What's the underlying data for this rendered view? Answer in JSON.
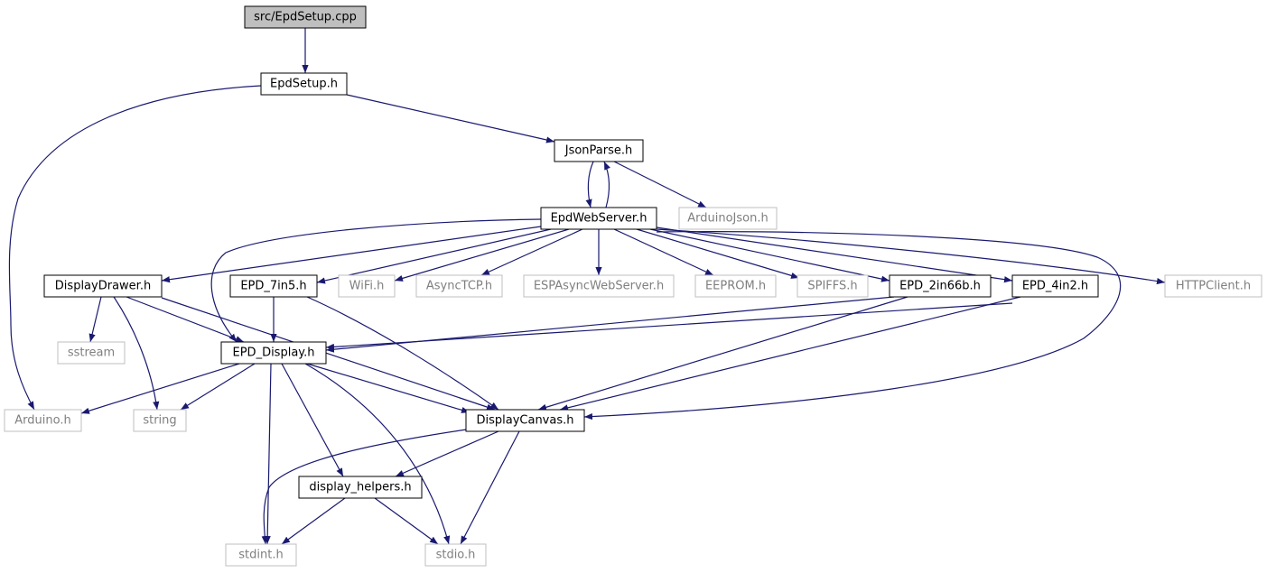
{
  "nodes": [
    {
      "id": "src_epdsetup_cpp",
      "label": "src/EpdSetup.cpp",
      "kind": "root"
    },
    {
      "id": "epdsetup_h",
      "label": "EpdSetup.h",
      "kind": "main"
    },
    {
      "id": "arduino_h",
      "label": "Arduino.h",
      "kind": "ext"
    },
    {
      "id": "jsonparse_h",
      "label": "JsonParse.h",
      "kind": "main"
    },
    {
      "id": "epdwebserver_h",
      "label": "EpdWebServer.h",
      "kind": "main"
    },
    {
      "id": "arduinojson_h",
      "label": "ArduinoJson.h",
      "kind": "ext"
    },
    {
      "id": "displaydrawer_h",
      "label": "DisplayDrawer.h",
      "kind": "main"
    },
    {
      "id": "epd_7in5_h",
      "label": "EPD_7in5.h",
      "kind": "main"
    },
    {
      "id": "wifi_h",
      "label": "WiFi.h",
      "kind": "ext"
    },
    {
      "id": "asynctcp_h",
      "label": "AsyncTCP.h",
      "kind": "ext"
    },
    {
      "id": "espasyncwebserver_h",
      "label": "ESPAsyncWebServer.h",
      "kind": "ext"
    },
    {
      "id": "eeprom_h",
      "label": "EEPROM.h",
      "kind": "ext"
    },
    {
      "id": "spiffs_h",
      "label": "SPIFFS.h",
      "kind": "ext"
    },
    {
      "id": "epd_2in66b_h",
      "label": "EPD_2in66b.h",
      "kind": "main"
    },
    {
      "id": "epd_4in2_h",
      "label": "EPD_4in2.h",
      "kind": "main"
    },
    {
      "id": "httpclient_h",
      "label": "HTTPClient.h",
      "kind": "ext"
    },
    {
      "id": "sstream",
      "label": "sstream",
      "kind": "ext"
    },
    {
      "id": "epd_display_h",
      "label": "EPD_Display.h",
      "kind": "main"
    },
    {
      "id": "string",
      "label": "string",
      "kind": "ext"
    },
    {
      "id": "displaycanvas_h",
      "label": "DisplayCanvas.h",
      "kind": "main"
    },
    {
      "id": "display_helpers_h",
      "label": "display_helpers.h",
      "kind": "main"
    },
    {
      "id": "stdint_h",
      "label": "stdint.h",
      "kind": "ext"
    },
    {
      "id": "stdio_h",
      "label": "stdio.h",
      "kind": "ext"
    }
  ],
  "edges": [
    [
      "src_epdsetup_cpp",
      "epdsetup_h"
    ],
    [
      "epdsetup_h",
      "arduino_h"
    ],
    [
      "epdsetup_h",
      "jsonparse_h"
    ],
    [
      "jsonparse_h",
      "epdwebserver_h"
    ],
    [
      "epdwebserver_h",
      "jsonparse_h"
    ],
    [
      "jsonparse_h",
      "arduinojson_h"
    ],
    [
      "epdwebserver_h",
      "displaydrawer_h"
    ],
    [
      "epdwebserver_h",
      "epd_7in5_h"
    ],
    [
      "epdwebserver_h",
      "wifi_h"
    ],
    [
      "epdwebserver_h",
      "asynctcp_h"
    ],
    [
      "epdwebserver_h",
      "espasyncwebserver_h"
    ],
    [
      "epdwebserver_h",
      "eeprom_h"
    ],
    [
      "epdwebserver_h",
      "spiffs_h"
    ],
    [
      "epdwebserver_h",
      "epd_2in66b_h"
    ],
    [
      "epdwebserver_h",
      "epd_4in2_h"
    ],
    [
      "epdwebserver_h",
      "httpclient_h"
    ],
    [
      "epdwebserver_h",
      "epd_display_h"
    ],
    [
      "epdwebserver_h",
      "displaycanvas_h"
    ],
    [
      "displaydrawer_h",
      "sstream"
    ],
    [
      "displaydrawer_h",
      "string"
    ],
    [
      "displaydrawer_h",
      "epd_display_h"
    ],
    [
      "displaydrawer_h",
      "displaycanvas_h"
    ],
    [
      "epd_7in5_h",
      "epd_display_h"
    ],
    [
      "epd_7in5_h",
      "displaycanvas_h"
    ],
    [
      "epd_2in66b_h",
      "epd_display_h"
    ],
    [
      "epd_2in66b_h",
      "displaycanvas_h"
    ],
    [
      "epd_4in2_h",
      "epd_display_h"
    ],
    [
      "epd_4in2_h",
      "displaycanvas_h"
    ],
    [
      "epd_display_h",
      "arduino_h"
    ],
    [
      "epd_display_h",
      "string"
    ],
    [
      "epd_display_h",
      "displaycanvas_h"
    ],
    [
      "epd_display_h",
      "display_helpers_h"
    ],
    [
      "epd_display_h",
      "stdint_h"
    ],
    [
      "epd_display_h",
      "stdio_h"
    ],
    [
      "displaycanvas_h",
      "display_helpers_h"
    ],
    [
      "displaycanvas_h",
      "stdint_h"
    ],
    [
      "displaycanvas_h",
      "stdio_h"
    ],
    [
      "display_helpers_h",
      "stdint_h"
    ],
    [
      "display_helpers_h",
      "stdio_h"
    ]
  ]
}
